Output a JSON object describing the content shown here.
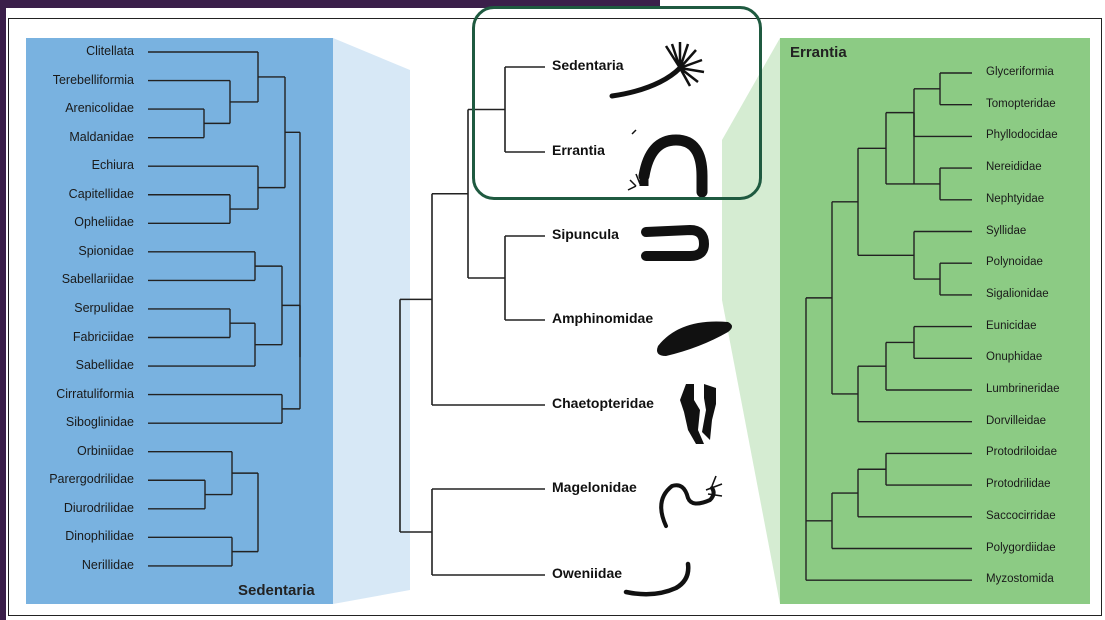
{
  "diagram": {
    "sedentaria_panel": {
      "title": "Sedentaria",
      "taxa": [
        "Clitellata",
        "Terebelliformia",
        "Arenicolidae",
        "Maldanidae",
        "Echiura",
        "Capitellidae",
        "Opheliidae",
        "Spionidae",
        "Sabellariidae",
        "Serpulidae",
        "Fabriciidae",
        "Sabellidae",
        "Cirratuliformia",
        "Siboglinidae",
        "Orbiniidae",
        "Parergodrilidae",
        "Diurodrilidae",
        "Dinophilidae",
        "Nerillidae"
      ]
    },
    "errantia_panel": {
      "title": "Errantia",
      "taxa": [
        "Glyceriformia",
        "Tomopteridae",
        "Phyllodocidae",
        "Nereididae",
        "Nephtyidae",
        "Syllidae",
        "Polynoidae",
        "Sigalionidae",
        "Eunicidae",
        "Onuphidae",
        "Lumbrineridae",
        "Dorvilleidae",
        "Protodriloidae",
        "Protodrilidae",
        "Saccocirridae",
        "Polygordiidae",
        "Myzostomida"
      ]
    },
    "main_tree": {
      "taxa": [
        "Sedentaria",
        "Errantia",
        "Sipuncula",
        "Amphinomidae",
        "Chaetopteridae",
        "Magelonidae",
        "Oweniidae"
      ]
    },
    "icons": [
      "sedentaria-worm-icon",
      "errantia-worm-icon",
      "sipuncula-worm-icon",
      "amphinomidae-worm-icon",
      "chaetopteridae-worm-icon",
      "magelonidae-worm-icon",
      "oweniidae-worm-icon"
    ],
    "colors": {
      "sedentaria_panel": "#79b2e0",
      "errantia_panel": "#8ccb84",
      "highlight_box": "#1f5a40",
      "frame_accent": "#3b1f4a"
    }
  }
}
